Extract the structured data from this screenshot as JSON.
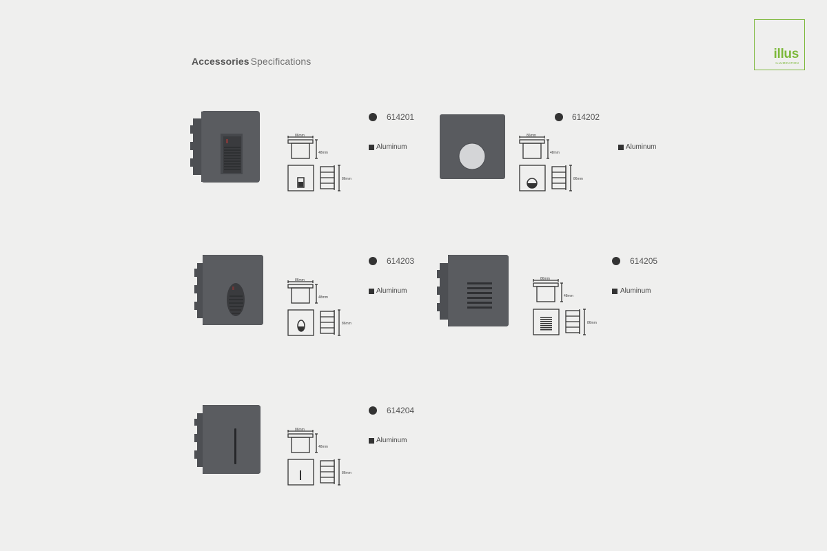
{
  "heading": {
    "bold": "Accessories",
    "light": "Specifications"
  },
  "logo": {
    "word": "illus",
    "sub": "ILLUMINATION"
  },
  "colors": {
    "accent": "#7cb83a",
    "product_body": "#55575b",
    "background": "#efefee"
  },
  "drawing_labels": {
    "width": "86mm",
    "depth": "48mm",
    "height": "86mm"
  },
  "products": [
    {
      "code": "614201",
      "material": "Aluminum",
      "face": "rectangular-recess-louvre"
    },
    {
      "code": "614202",
      "material": "Aluminum",
      "face": "round-diffuser"
    },
    {
      "code": "614203",
      "material": "Aluminum",
      "face": "oval-louvre"
    },
    {
      "code": "614205",
      "material": "Aluminum",
      "face": "horizontal-louvres"
    },
    {
      "code": "614204",
      "material": "Aluminum",
      "face": "vertical-slot"
    }
  ]
}
